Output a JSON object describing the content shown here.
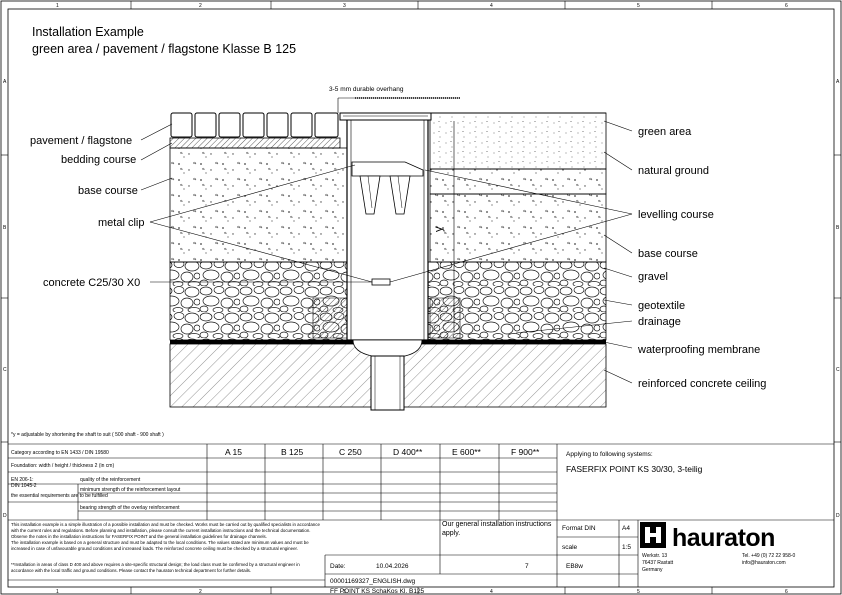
{
  "frame": {
    "col_numbers": [
      "1",
      "2",
      "3",
      "4",
      "5",
      "6"
    ],
    "row_letters": [
      "A",
      "B",
      "C",
      "D"
    ]
  },
  "title": {
    "line1": "Installation Example",
    "line2": "green area / pavement / flagstone Klasse B 125"
  },
  "drawing": {
    "overhang_note": "3-5 mm durable overhang",
    "y_mark": "y",
    "left_labels": [
      "pavement / flagstone",
      "bedding course",
      "base course",
      "metal clip",
      "concrete C25/30 X0"
    ],
    "right_labels": [
      "green area",
      "natural ground",
      "levelling course",
      "base course",
      "gravel",
      "geotextile",
      "drainage",
      "waterproofing membrane",
      "reinforced concrete ceiling"
    ],
    "footnote": "*y = adjustable by shortening the shaft to suit ( 500 shaft - 900 shaft )"
  },
  "class_table": {
    "header_label": "Category according to EN 1433 / DIN 19580",
    "classes": [
      "A 15",
      "B 125",
      "C 250",
      "D 400**",
      "E 600**",
      "F 900**"
    ],
    "row2_label": "Foundation: width / height / thickness 2 (in cm)",
    "row3_label_a": "EN 206-1:",
    "row3_label_b": "DIN 1045-2",
    "row3_sub1": "quality of the reinforcement",
    "row3_sub2": "",
    "row4_label": "the essential requirements are to be fulfilled",
    "row4_sub1": "minimum strength of the reinforcement layout",
    "row4_sub2": "bearing strength of the overlay reinforcement",
    "applying_label": "Applying to following systems:",
    "system": "FASERFIX POINT KS 30/30, 3-teilig"
  },
  "notes": {
    "lines": [
      "This installation example is a simple illustration of a possible installation and must be checked. Works must be carried out by qualified specialists in accordance",
      "with the current rules and regulations. Before planning and installation, please consult the current installation instructions and the technical documentation.",
      "Observe the notes in the installation instructions for FASERFIX POINT and the general installation guidelines for drainage channels.",
      "The installation example is based on a general structure and must be adapted to the local conditions. The values stated are minimum values and must be",
      "increased in case of unfavourable ground conditions and increased loads. The reinforced concrete ceiling must be checked by a structural engineer.",
      "",
      "**Installation in areas of class D 400 and above requires a site-specific structural design; the load class must be confirmed by a structural engineer in",
      "accordance with the local traffic and ground conditions. Please contact the hauraton technical department for further details."
    ],
    "general_instructions": "Our general installation instructions apply.",
    "date_label": "Date:",
    "date": "10.04.2026",
    "file": "00001169327_ENGLISH.dwg",
    "revision": "7",
    "sheet_name": "FF POINT KS  SchaKos  Kl. B125"
  },
  "meta": {
    "format_label": "Format DIN",
    "format": "A4",
    "scale_label": "scale",
    "scale": "1:5",
    "drawn_by": "EB8w"
  },
  "company": {
    "name": "hauraton",
    "address1": "Werkstr. 13",
    "address2": "76437 Rastatt",
    "address3": "Germany",
    "phone": "Tel. +49 (0) 72 22 958-0",
    "email": "info@hauraton.com"
  },
  "colors": {
    "line": "#000000",
    "hatch_grey": "#999999",
    "fill_grey": "#e0e0e0"
  }
}
